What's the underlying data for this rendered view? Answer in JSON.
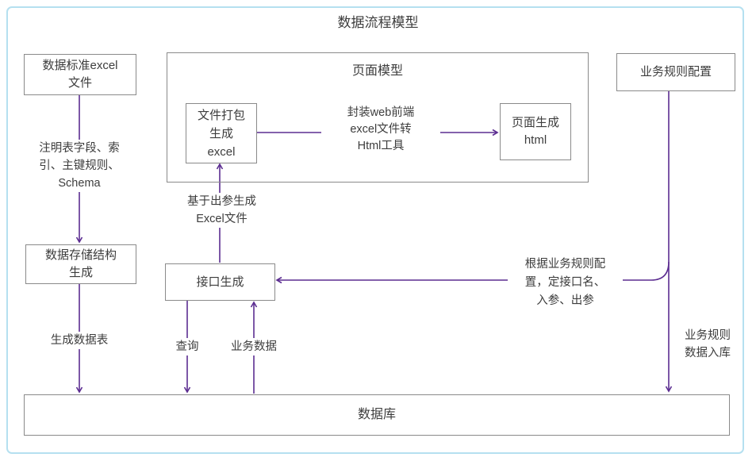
{
  "title": "数据流程模型",
  "colors": {
    "frame_border": "#b5e0f0",
    "box_border": "#8a8a8a",
    "arrow": "#5c2d91",
    "text": "#3d3d3d"
  },
  "nodes": {
    "source_excel": "数据标准excel\n文件",
    "storage_gen": "数据存储结构\n生成",
    "page_model_title": "页面模型",
    "file_pack": "文件打包\n生成\nexcel",
    "page_gen": "页面生成\nhtml",
    "biz_rule_config": "业务规则配置",
    "api_gen": "接口生成",
    "database": "数据库"
  },
  "edge_labels": {
    "schema_note": "注明表字段、索\n引、主键规则、\nSchema",
    "gen_table": "生成数据表",
    "excel_tool": "封装web前端\nexcel文件转\nHtml工具",
    "excel_from_output": "基于出参生成\nExcel文件",
    "query": "查询",
    "biz_data": "业务数据",
    "rule_to_api": "根据业务规则配\n置，定接口名、\n入参、出参",
    "rule_to_db": "业务规则\n数据入库"
  }
}
